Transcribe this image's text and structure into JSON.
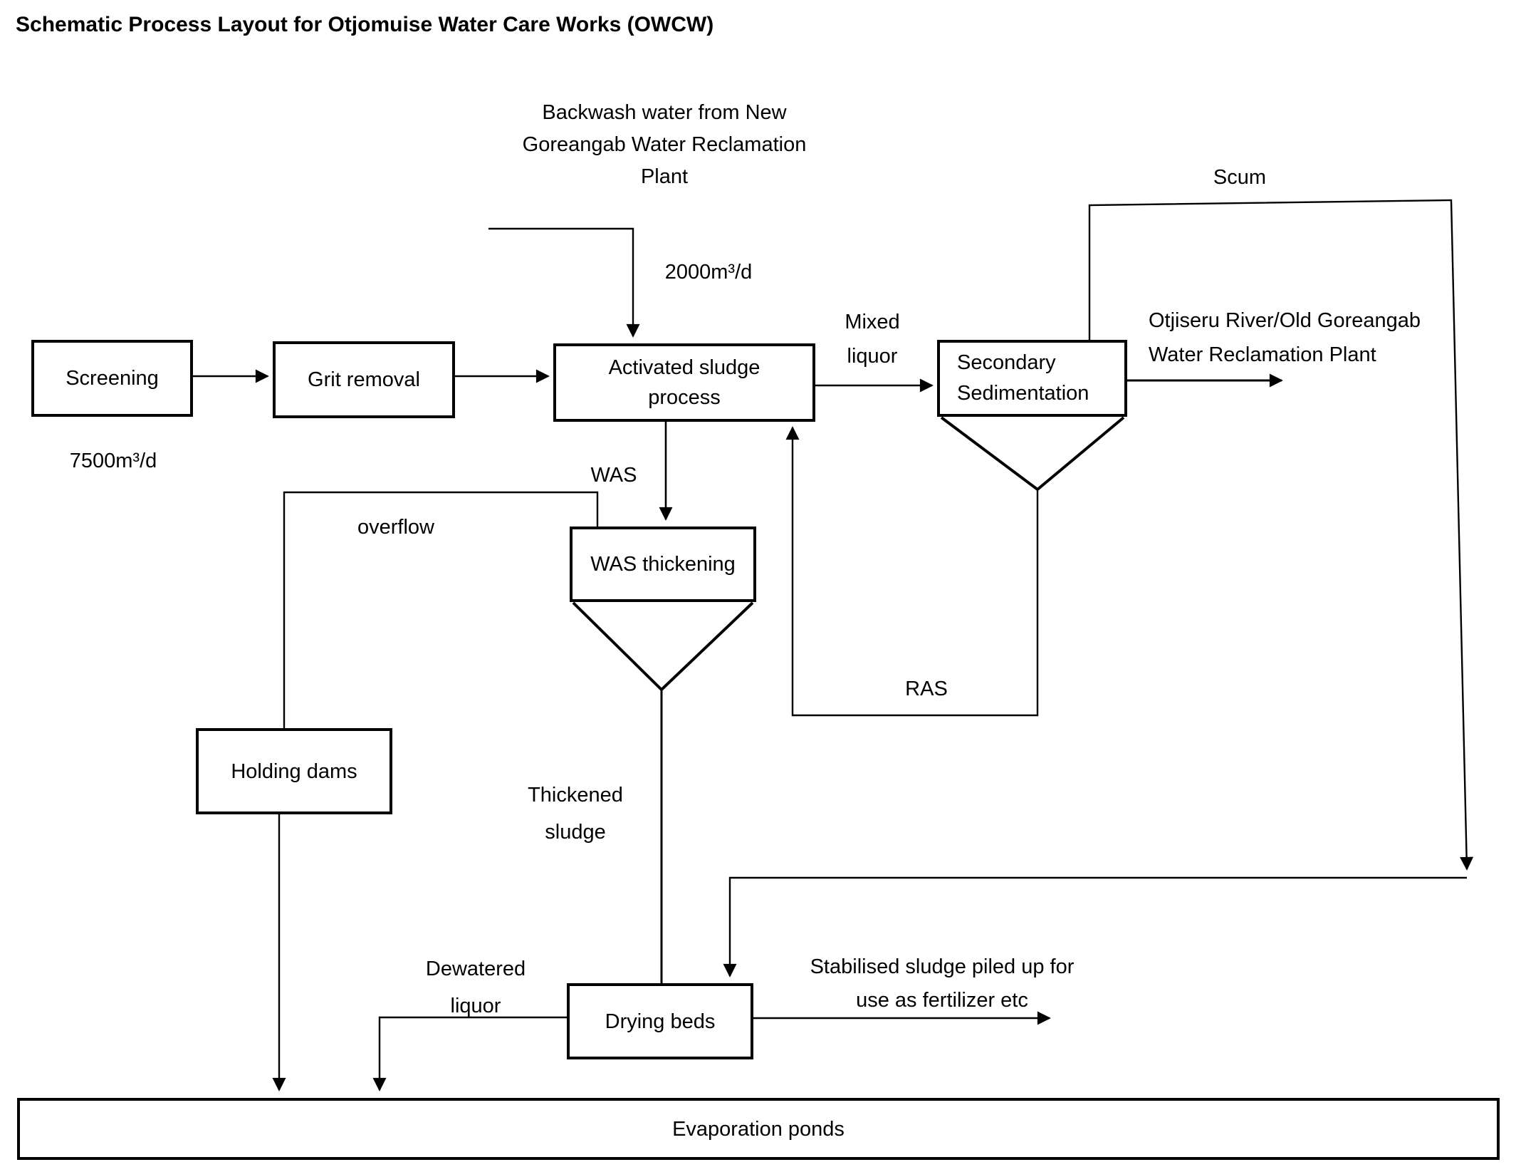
{
  "title": "Schematic Process Layout for Otjomuise Water Care Works (OWCW)",
  "nodes": {
    "screening": "Screening",
    "grit_removal": "Grit removal",
    "activated_sludge": "Activated sludge\nprocess",
    "secondary_sedimentation": "Secondary\nSedimentation",
    "was_thickening": "WAS thickening",
    "holding_dams": "Holding dams",
    "drying_beds": "Drying beds",
    "evaporation_ponds": "Evaporation ponds"
  },
  "labels": {
    "backwash_source": "Backwash water from New\nGoreangab Water Reclamation\nPlant",
    "backwash_flow": "2000m³/d",
    "inflow_rate": "7500m³/d",
    "mixed_liquor": "Mixed\nliquor",
    "scum": "Scum",
    "river_outfall": "Otjiseru River/Old Goreangab\nWater Reclamation Plant",
    "was": "WAS",
    "overflow": "overflow",
    "ras": "RAS",
    "thickened_sludge": "Thickened\nsludge",
    "dewatered_liquor": "Dewatered\nliquor",
    "stabilised_sludge": "Stabilised sludge piled up for\nuse as fertilizer etc"
  },
  "colors": {
    "ink": "#000000",
    "background": "#ffffff"
  }
}
